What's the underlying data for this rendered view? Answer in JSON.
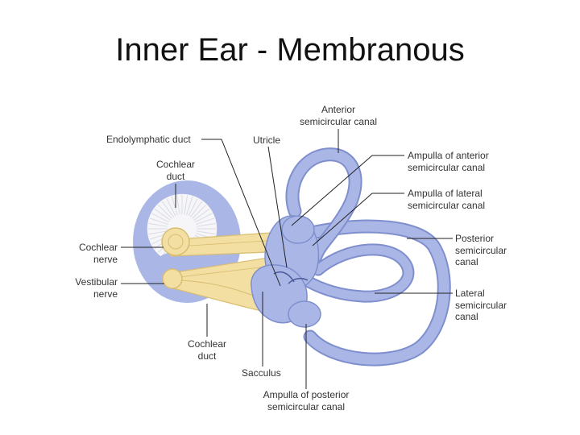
{
  "title": "Inner Ear - Membranous",
  "colors": {
    "membrane": "#aab7e6",
    "membrane_dark": "#7f8fce",
    "nerve": "#f3dfa2",
    "nerve_dark": "#d8bd72",
    "leader": "#222222"
  },
  "labels": {
    "anterior_canal": "Anterior\nsemicircular canal",
    "endolymphatic_duct": "Endolymphatic duct",
    "utricle": "Utricle",
    "cochlear_duct_top": "Cochlear\nduct",
    "ampulla_anterior": "Ampulla of anterior\nsemicircular canal",
    "ampulla_lateral": "Ampulla of lateral\nsemicircular canal",
    "posterior_canal": "Posterior\nsemicircular\ncanal",
    "cochlear_nerve": "Cochlear\nnerve",
    "vestibular_nerve": "Vestibular\nnerve",
    "lateral_canal": "Lateral\nsemicircular\ncanal",
    "cochlear_duct_bottom": "Cochlear\nduct",
    "sacculus": "Sacculus",
    "ampulla_posterior": "Ampulla of posterior\nsemicircular canal"
  }
}
